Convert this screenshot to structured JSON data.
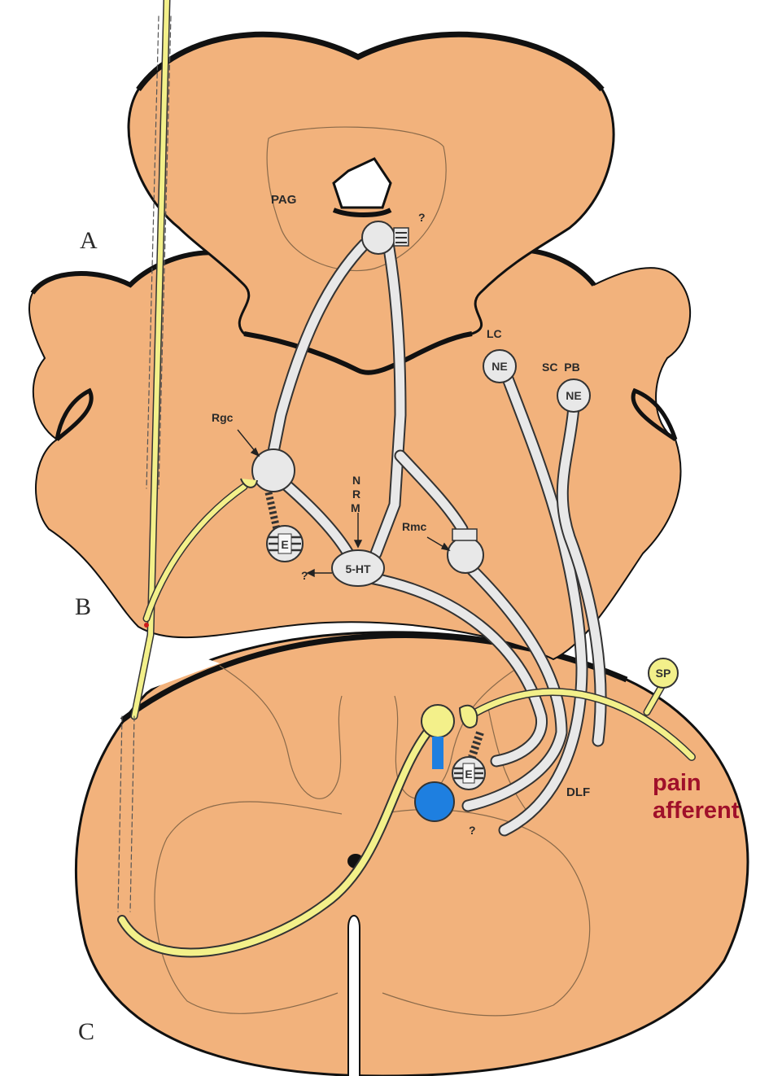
{
  "section_labels": {
    "a": "A",
    "b": "B",
    "c": "C"
  },
  "structure_labels": {
    "pag": "PAG",
    "lc": "LC",
    "scpb": "SC  PB",
    "rgc": "Rgc",
    "nrm": [
      "N",
      "R",
      "M"
    ],
    "rmc": "Rmc",
    "dlf": "DLF",
    "q1": "?",
    "q2": "?",
    "q3": "?"
  },
  "cell_labels": {
    "ne1": "NE",
    "ne2": "NE",
    "e1": "E",
    "e2": "E",
    "sht": "5-HT",
    "sp": "SP"
  },
  "annotation": {
    "line1": "pain",
    "line2": "afferent"
  },
  "colors": {
    "tissue": "#f2b27c",
    "outline": "#111111",
    "pathway": "#e8e8e8",
    "afferent": "#f3f08a",
    "inhibitory_cell": "#1e7fe0",
    "annotation": "#a0102a"
  }
}
